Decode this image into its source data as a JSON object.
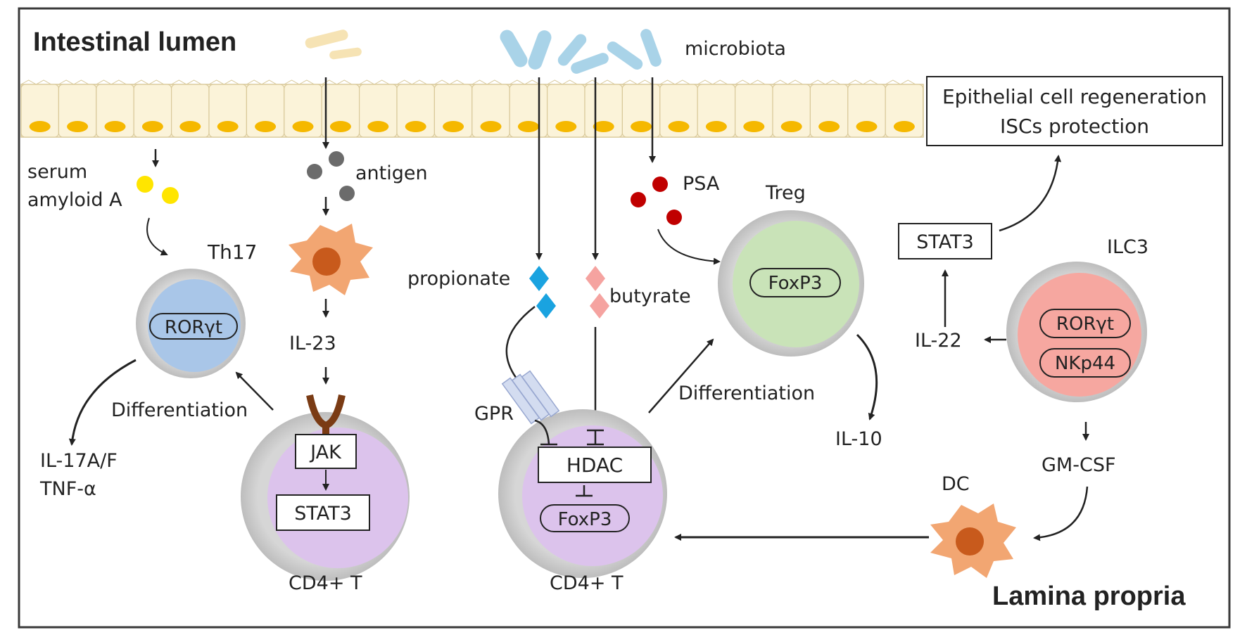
{
  "labels": {
    "intestinal_lumen": "Intestinal lumen",
    "lamina_propria": "Lamina propria",
    "microbiota": "microbiota",
    "epithelial_box_line1": "Epithelial cell regeneration",
    "epithelial_box_line2": "ISCs protection",
    "serum_line1": "serum",
    "serum_line2": "amyloid A",
    "antigen": "antigen",
    "psa": "PSA",
    "treg": "Treg",
    "foxp3_treg": "FoxP3",
    "stat3_ilc3": "STAT3",
    "ilc3": "ILC3",
    "rorgt_ilc3": "RORγt",
    "nkp44": "NKp44",
    "il22": "IL-22",
    "gmcsf": "GM-CSF",
    "dc": "DC",
    "th17": "Th17",
    "rorgt_th17": "RORγt",
    "differentiation_left": "Differentiation",
    "il17_line1": "IL-17A/F",
    "il17_line2": "TNF-α",
    "il23": "IL-23",
    "jak": "JAK",
    "stat3_cd4": "STAT3",
    "cd4_left": "CD4+ T",
    "propionate": "propionate",
    "butyrate": "butyrate",
    "gpr": "GPR",
    "hdac": "HDAC",
    "foxp3_cd4": "FoxP3",
    "cd4_right": "CD4+ T",
    "differentiation_right": "Differentiation",
    "il10": "IL-10"
  },
  "colors": {
    "epithelium_fill": "#fbf3d9",
    "epithelium_stroke": "#d9c99a",
    "nucleus": "#f5b800",
    "th17_core": "#a9c6e8",
    "treg_core": "#c9e3b8",
    "ilc3_core": "#f6a7a0",
    "cd4_core": "#dcc3ec",
    "membrane": "#c9c9c9",
    "dc_body": "#f2a672",
    "dc_nucleus": "#c85a1c",
    "microbiota": "#a9d3e8",
    "food_particle": "#f6e3b4",
    "serum_dot": "#ffe500",
    "antigen_dot": "#6b6b6b",
    "psa_dot": "#c00000",
    "propionate": "#1aa3e0",
    "butyrate": "#f5a3a0",
    "receptor": "#7a3b14"
  }
}
